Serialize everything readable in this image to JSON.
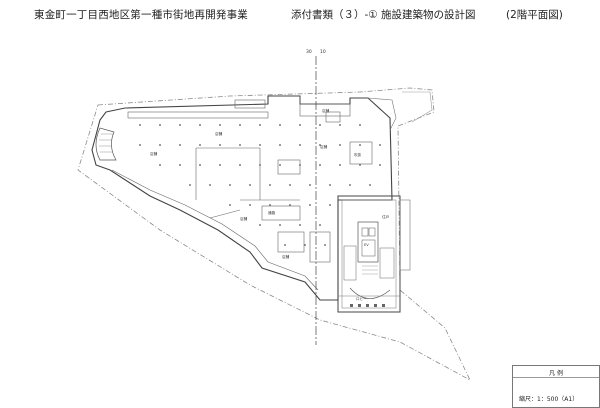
{
  "header": {
    "project": "東金町一丁目西地区第一種市街地再開発事業",
    "doc_title": "添付書類（３）‐① 施設建築物の設計図",
    "floor": "(2階平面図)"
  },
  "plan_labels": {
    "axis_marks": [
      "30",
      "10"
    ],
    "rooms": [
      "店舗",
      "店舗",
      "店舗",
      "店舗",
      "店舗",
      "通路",
      "吹抜",
      "EV",
      "ロビー",
      "店舗",
      "住戸"
    ]
  },
  "legend": {
    "title": "凡 例",
    "scale": "縮尺：1：500（A1）"
  },
  "colors": {
    "line": "#555555",
    "light": "#9a9a9a",
    "background": "#ffffff"
  }
}
